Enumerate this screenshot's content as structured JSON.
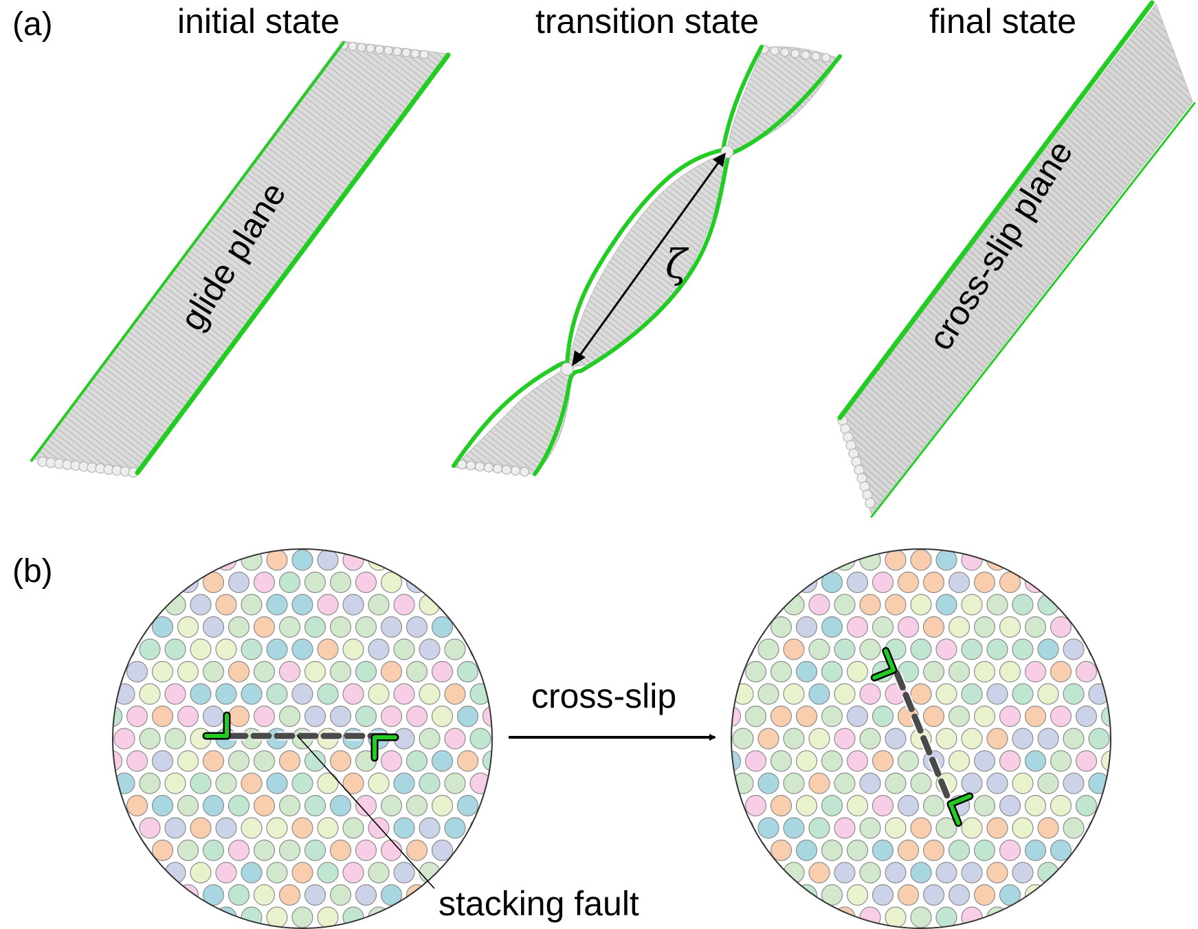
{
  "panels": {
    "a": {
      "letter": "(a)",
      "titles": {
        "initial": "initial state",
        "transition": "transition state",
        "final": "final state"
      },
      "initial_plane_label": "glide plane",
      "final_plane_label": "cross-slip plane",
      "constriction_symbol": "ζ"
    },
    "b": {
      "letter": "(b)",
      "arrow_label": "cross-slip",
      "fault_label": "stacking fault"
    }
  },
  "colors": {
    "dislocation_line": "#22cc22",
    "atom": "#d9d9d9",
    "atom_edge": "#a8a8a8",
    "fault_line": "#4a4a4a",
    "atom_palette": [
      "#f7c9e4",
      "#c7cde4",
      "#cde6c8",
      "#f7c9a6",
      "#9fd3df",
      "#b9e3cc",
      "#e6f2c9"
    ]
  }
}
